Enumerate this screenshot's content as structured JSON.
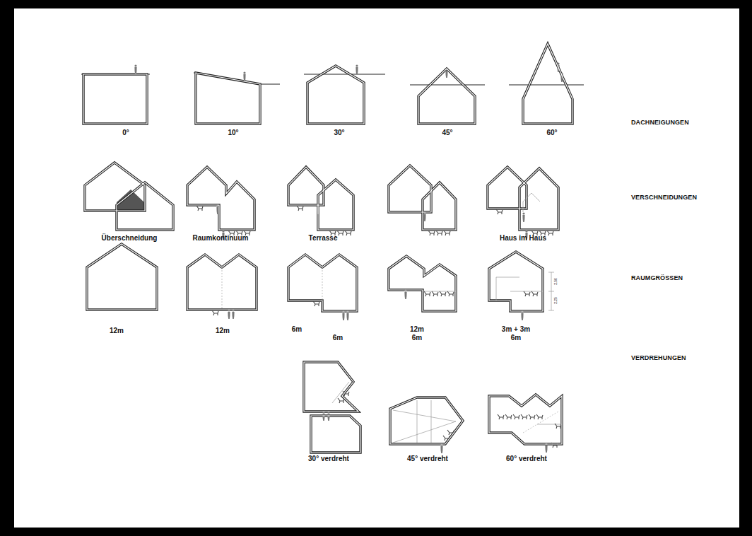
{
  "diagram": {
    "labels": [
      "DACHNEIGUNGEN",
      "0°",
      "10°",
      "30°",
      "45°",
      "60°",
      "VERSCHNEIDUNGEN",
      "Überschneidung",
      "Raumkontinuum",
      "Terrasse",
      "Haus im Haus",
      "RAUMGRÖSSEN",
      "12m",
      "12m",
      "6m",
      "6m",
      "12m 6m",
      "3m + 3m 6m",
      "2.50",
      "2.25",
      "VERDREHUNGEN",
      "30° verdreht",
      "45° verdreht",
      "60° verdreht"
    ]
  }
}
